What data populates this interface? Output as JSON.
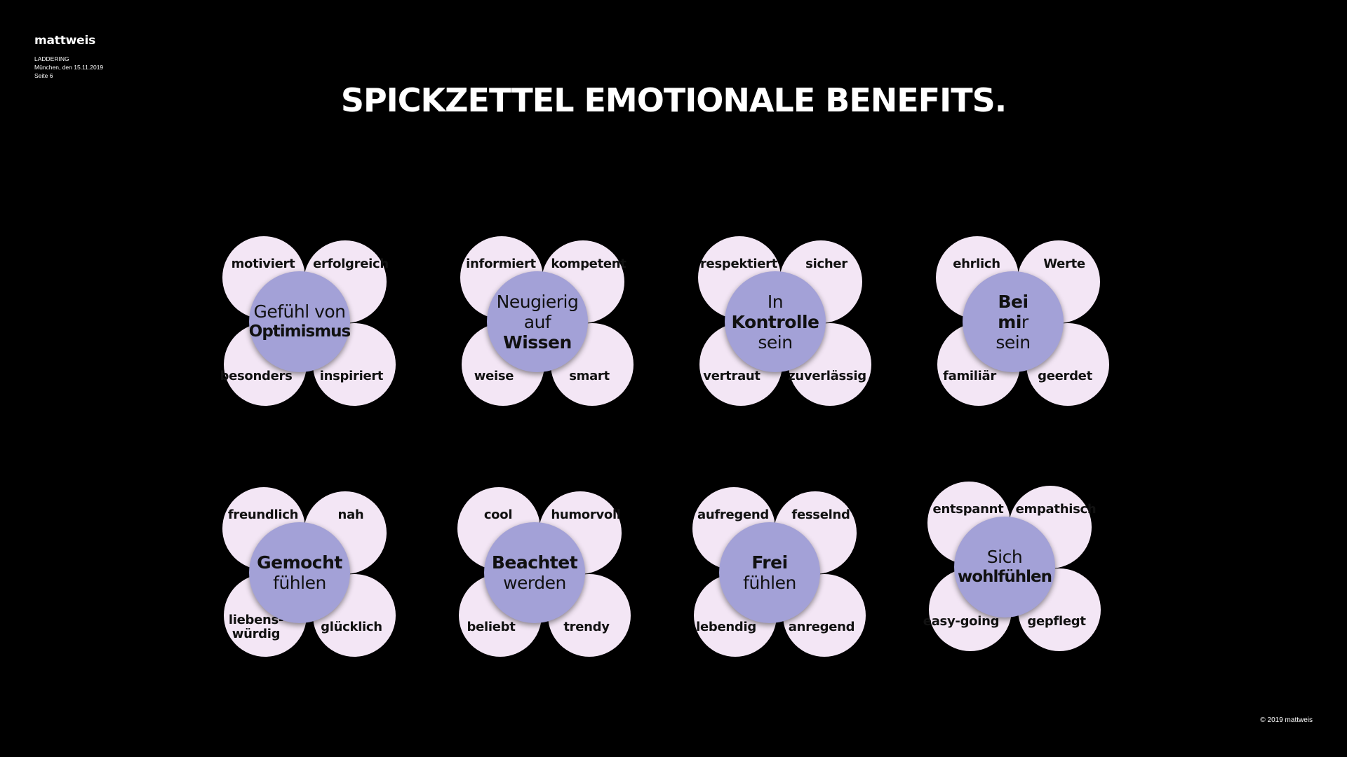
{
  "header": {
    "logo": "mattweis",
    "meta_line1": "LADDERING",
    "meta_line2": "München, den 15.11.2019",
    "meta_line3": "Seite 6"
  },
  "title": "SPICKZETTEL EMOTIONALE BENEFITS.",
  "footer": {
    "copyright": "© 2019 mattweis"
  },
  "flowers": [
    {
      "center": [
        "Gefühl von",
        "Optimismus"
      ],
      "words": [
        "motiviert",
        "erfolgreich",
        "besonders",
        "inspiriert"
      ]
    },
    {
      "center": [
        "Neugierig",
        "auf",
        "Wissen"
      ],
      "words": [
        "informiert",
        "kompetent",
        "weise",
        "smart"
      ]
    },
    {
      "center": [
        "In",
        "Kontrolle",
        "sein"
      ],
      "words": [
        "respektiert",
        "sicher",
        "vertraut",
        "zuverlässig"
      ]
    },
    {
      "center": [
        "Bei",
        "mi",
        "r",
        "sein"
      ],
      "words": [
        "ehrlich",
        "Werte",
        "familiär",
        "geerdet"
      ]
    },
    {
      "center": [
        "Gemocht",
        "fühlen"
      ],
      "words": [
        "freundlich",
        "nah",
        "liebens-",
        "würdig",
        "glücklich"
      ]
    },
    {
      "center": [
        "Beachtet",
        "werden"
      ],
      "words": [
        "cool",
        "humorvoll",
        "beliebt",
        "trendy"
      ]
    },
    {
      "center": [
        "Frei",
        "fühlen"
      ],
      "words": [
        "aufregend",
        "fesselnd",
        "lebendig",
        "anregend"
      ]
    },
    {
      "center": [
        "Sich",
        "wohlfühlen"
      ],
      "words": [
        "entspannt",
        "empathisch",
        "easy-going",
        "gepflegt"
      ]
    }
  ]
}
